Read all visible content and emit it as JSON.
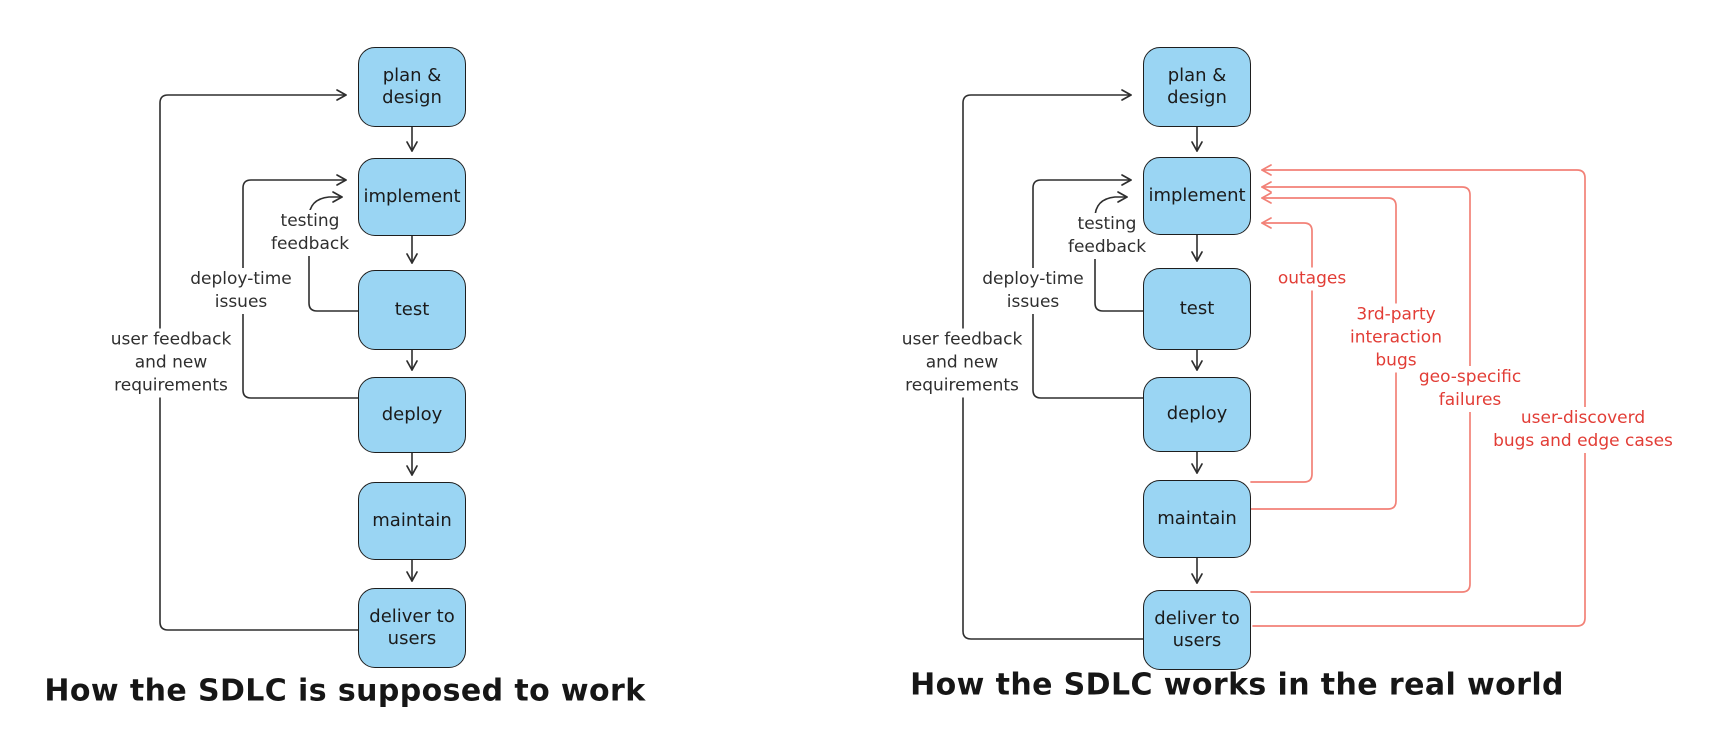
{
  "colors": {
    "background": "#ffffff",
    "node_fill": "#9ad5f3",
    "node_stroke": "#1e1e1e",
    "black_wire": "#2e2e2e",
    "red_wire": "#f28177",
    "red_text": "#e23d36"
  },
  "captions": {
    "left": "How the SDLC is supposed to work",
    "right": "How the SDLC works in the real world"
  },
  "diagrams": {
    "left": {
      "nodes": [
        {
          "line1": "plan &",
          "line2": "design"
        },
        {
          "line1": "implement"
        },
        {
          "line1": "test"
        },
        {
          "line1": "deploy"
        },
        {
          "line1": "maintain"
        },
        {
          "line1": "deliver to",
          "line2": "users"
        }
      ],
      "labels": {
        "testing_feedback": {
          "line1": "testing",
          "line2": "feedback"
        },
        "deploy_time": {
          "line1": "deploy-time",
          "line2": "issues"
        },
        "user_feedback": {
          "line1": "user feedback",
          "line2": "and new",
          "line3": "requirements"
        }
      }
    },
    "right": {
      "nodes": [
        {
          "line1": "plan &",
          "line2": "design"
        },
        {
          "line1": "implement"
        },
        {
          "line1": "test"
        },
        {
          "line1": "deploy"
        },
        {
          "line1": "maintain"
        },
        {
          "line1": "deliver to",
          "line2": "users"
        }
      ],
      "labels": {
        "testing_feedback": {
          "line1": "testing",
          "line2": "feedback"
        },
        "deploy_time": {
          "line1": "deploy-time",
          "line2": "issues"
        },
        "user_feedback": {
          "line1": "user feedback",
          "line2": "and new",
          "line3": "requirements"
        },
        "outages": {
          "line1": "outages"
        },
        "third_party": {
          "line1": "3rd-party",
          "line2": "interaction",
          "line3": "bugs"
        },
        "geo_specific": {
          "line1": "geo-specific",
          "line2": "failures"
        },
        "user_discovered": {
          "line1": "user-discoverd",
          "line2": "bugs and edge cases"
        }
      }
    }
  }
}
